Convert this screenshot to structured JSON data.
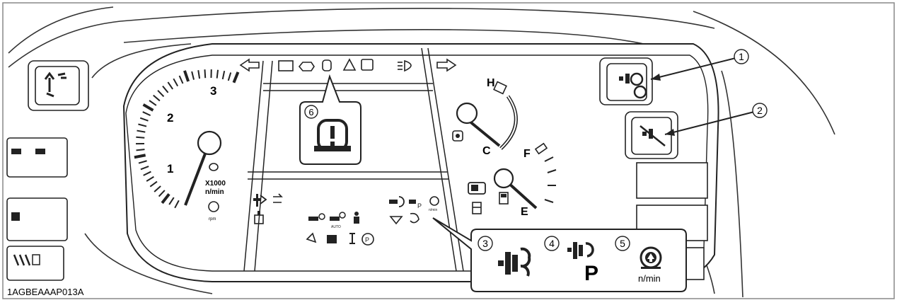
{
  "figure_code": "1AGBEAAAP013A",
  "tachometer": {
    "ticks": [
      "1",
      "2",
      "3"
    ],
    "unit_multiplier": "X1000",
    "unit": "n/min",
    "rpm_label": "rpm"
  },
  "temp_gauge": {
    "hot": "H",
    "cold": "C"
  },
  "fuel_gauge": {
    "full": "F",
    "empty": "E"
  },
  "callouts": [
    "1",
    "2",
    "3",
    "4",
    "5",
    "6"
  ],
  "legend": {
    "p_label": "P",
    "unit_label": "n/min"
  },
  "small_labels": {
    "auto": "AUTO",
    "rpm_small": "n/min"
  },
  "icons": [
    "left-turn-icon",
    "battery-icon",
    "oil-pressure-icon",
    "engine-warning-icon",
    "master-warning-icon",
    "brake-warning-icon",
    "headlight-icon",
    "right-turn-icon",
    "four-wheel-drive-icon",
    "pto-icon",
    "pto-auto-icon",
    "pto-park-icon",
    "engine-speed-up-icon",
    "coolant-icon",
    "fuel-icon",
    "parking-brake-icon"
  ],
  "colors": {
    "line": "#222222",
    "fill": "#ffffff",
    "frame": "#888888"
  }
}
